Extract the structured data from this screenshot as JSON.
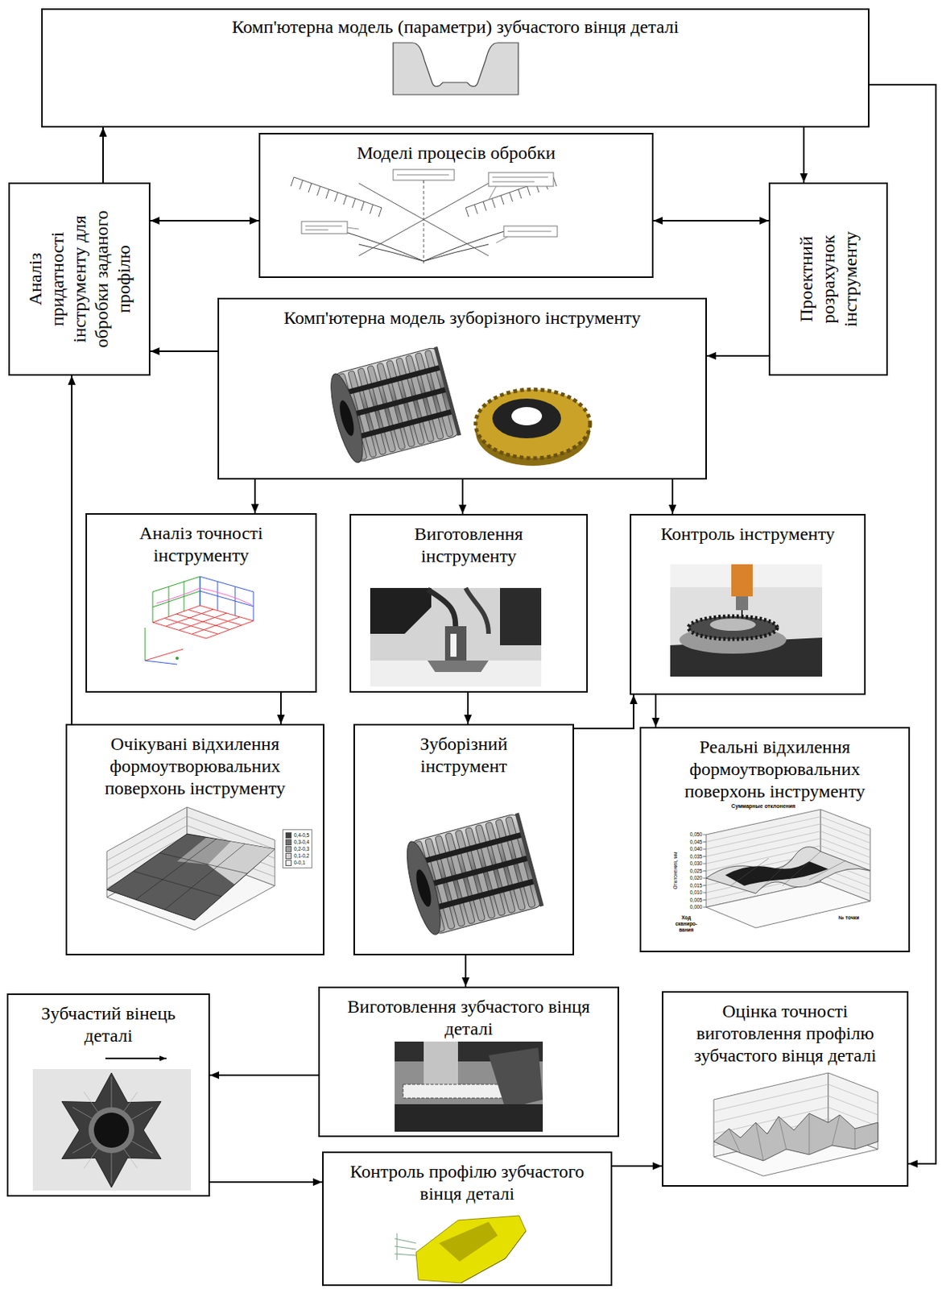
{
  "diagram": {
    "nodes": [
      {
        "text": [
          "Комп'ютерна модель (параметри) зубчастого вінця деталі"
        ]
      },
      {
        "text": [
          "Аналіз придатності інструменту для обробки заданого профілю"
        ]
      },
      {
        "text": [
          "Моделі процесів обробки"
        ]
      },
      {
        "text": [
          "Проектний розрахунок інструменту"
        ]
      },
      {
        "text": [
          "Комп'ютерна модель зуборізного інструменту"
        ]
      },
      {
        "text": [
          "Аналіз точності інструменту"
        ]
      },
      {
        "text": [
          "Виготовлення інструменту"
        ]
      },
      {
        "text": [
          "Контроль інструменту"
        ]
      },
      {
        "text": [
          "Очікувані відхилення формоутворювальних поверхонь інструменту"
        ]
      },
      {
        "text": [
          "Зуборізний інструмент"
        ]
      },
      {
        "text": [
          "Реальні відхилення формоутворювальних поверхонь інструменту"
        ]
      },
      {
        "text": [
          "Зубчастий вінець деталі"
        ]
      },
      {
        "text": [
          "Виготовлення зубчастого вінця деталі"
        ]
      },
      {
        "text": [
          "Оцінка точності виготовлення профілю зубчастого вінця деталі"
        ]
      },
      {
        "text": [
          "Контроль профілю зубчастого вінця деталі"
        ]
      }
    ],
    "edges": [
      {
        "from": 1,
        "to": 0,
        "arrow": "to"
      },
      {
        "from": 1,
        "to": 2,
        "arrow": "both"
      },
      {
        "from": 2,
        "to": 3,
        "arrow": "both"
      },
      {
        "from": 0,
        "to": 3,
        "arrow": "to"
      },
      {
        "from": 3,
        "to": 4,
        "arrow": "to"
      },
      {
        "from": 4,
        "to": 1,
        "arrow": "to"
      },
      {
        "from": 4,
        "to": 5,
        "arrow": "to"
      },
      {
        "from": 4,
        "to": 6,
        "arrow": "to"
      },
      {
        "from": 4,
        "to": 7,
        "arrow": "to"
      },
      {
        "from": 5,
        "to": 8,
        "arrow": "to"
      },
      {
        "from": 6,
        "to": 9,
        "arrow": "to"
      },
      {
        "from": 7,
        "to": 10,
        "arrow": "to"
      },
      {
        "from": 9,
        "to": 7,
        "arrow": "to"
      },
      {
        "from": 8,
        "to": 1,
        "arrow": "to"
      },
      {
        "from": 9,
        "to": 12,
        "arrow": "to"
      },
      {
        "from": 12,
        "to": 11,
        "arrow": "to"
      },
      {
        "from": 11,
        "to": 14,
        "arrow": "to"
      },
      {
        "from": 14,
        "to": 13,
        "arrow": "to"
      },
      {
        "from": 0,
        "to": 13,
        "arrow": "to"
      }
    ],
    "labels": [
      "Суммарные отклонения",
      "0,050",
      "0,045",
      "0,040",
      "0,035",
      "0,030",
      "0,025",
      "0,020",
      "0,015",
      "0,010",
      "0,005",
      "0,000",
      "Отклонения, мм",
      "Ход сканиро- вания",
      "№ точки"
    ],
    "legend": [
      {
        "text": "0,4-0,5",
        "color": "#404040"
      },
      {
        "text": "0,3-0,4",
        "color": "#707070"
      },
      {
        "text": "0,2-0,3",
        "color": "#a0a0a0"
      },
      {
        "text": "0,1-0,2",
        "color": "#d0d0d0"
      },
      {
        "text": "0-0,1",
        "color": "#f0f0f0"
      }
    ]
  }
}
